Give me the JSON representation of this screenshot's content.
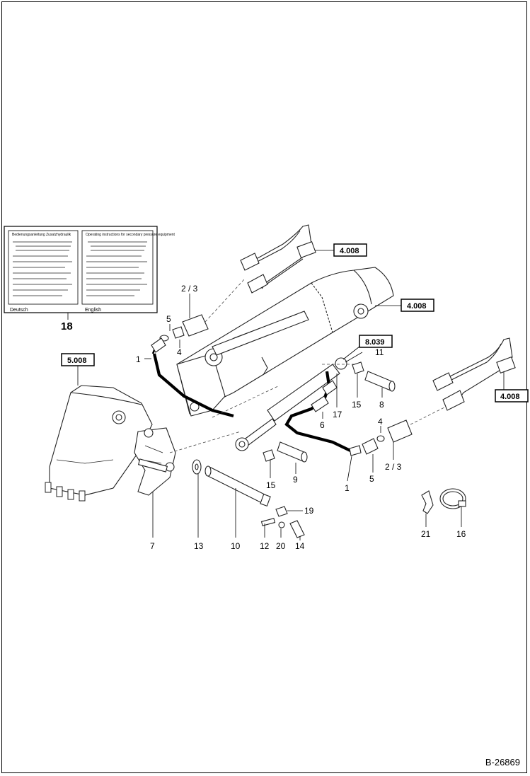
{
  "document": {
    "id": "B-26869"
  },
  "decal": {
    "title_de": "Bedienungsanleitung Zusatzhydraulik",
    "title_en": "Operating instructions for secondary pressure equipment",
    "lang_de": "Deutsch",
    "lang_en": "English",
    "callout": "18"
  },
  "ref_boxes": [
    "4.008",
    "4.008",
    "4.008",
    "5.008",
    "8.039"
  ],
  "callouts": {
    "c1a": "1",
    "c23a": "2 / 3",
    "c5a": "5",
    "c4a": "4",
    "c11": "11",
    "c17": "17",
    "c15a": "15",
    "c8": "8",
    "c6": "6",
    "c4b": "4",
    "c23b": "2 / 3",
    "c5b": "5",
    "c1b": "1",
    "c15b": "15",
    "c9": "9",
    "c19": "19",
    "c7": "7",
    "c13": "13",
    "c10": "10",
    "c12": "12",
    "c20": "20",
    "c14": "14",
    "c21": "21",
    "c16": "16"
  }
}
